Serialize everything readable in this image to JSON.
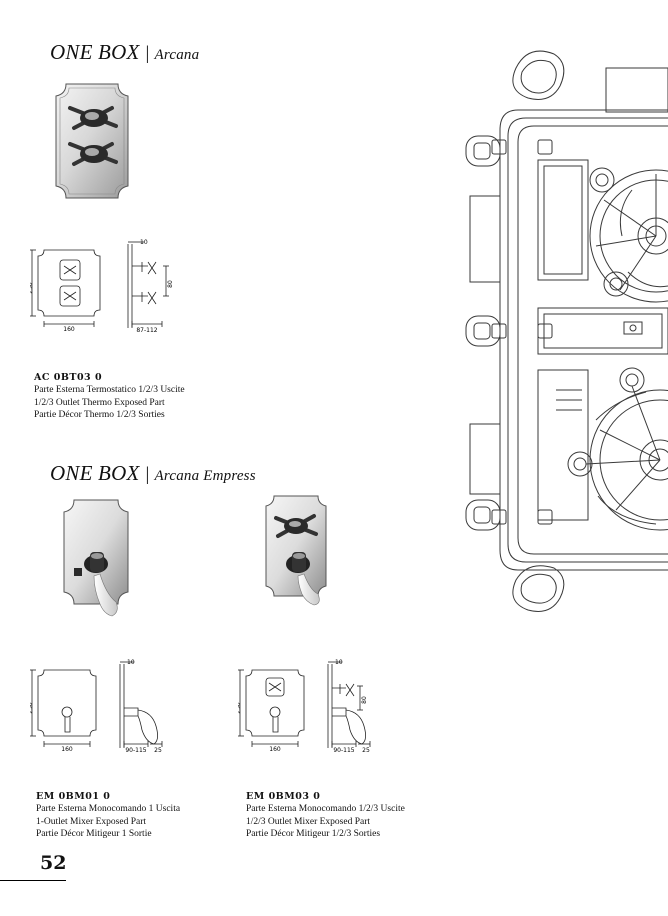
{
  "sections": [
    {
      "title": "ONE BOX",
      "separator": "|",
      "subtitle": "Arcana",
      "products": [
        {
          "code": "AC 0BT03 0",
          "lines": [
            "Parte Esterna Termostatico 1/2/3 Uscite",
            "1/2/3 Outlet Thermo Exposed Part",
            "Partie Décor Thermo 1/2/3 Sorties"
          ],
          "dims": {
            "height": "230",
            "width": "160",
            "depth": "10",
            "spacing": "80",
            "range": "87-112"
          }
        }
      ]
    },
    {
      "title": "ONE BOX",
      "separator": "|",
      "subtitle": "Arcana Empress",
      "products": [
        {
          "code": "EM 0BM01 0",
          "lines": [
            "Parte Esterna Monocomando 1 Uscita",
            "1-Outlet Mixer Exposed Part",
            "Partie Décor Mitigeur 1 Sortie"
          ],
          "dims": {
            "height": "230",
            "width": "160",
            "depth": "10",
            "range": "90-115",
            "handle": "25"
          }
        },
        {
          "code": "EM 0BM03 0",
          "lines": [
            "Parte Esterna Monocomando 1/2/3 Uscite",
            "1/2/3 Outlet Mixer Exposed Part",
            "Partie Décor Mitigeur 1/2/3 Sorties"
          ],
          "dims": {
            "height": "230",
            "width": "160",
            "depth": "10",
            "spacing": "80",
            "range": "90-115",
            "handle": "25"
          }
        }
      ]
    }
  ],
  "page_number": "52"
}
